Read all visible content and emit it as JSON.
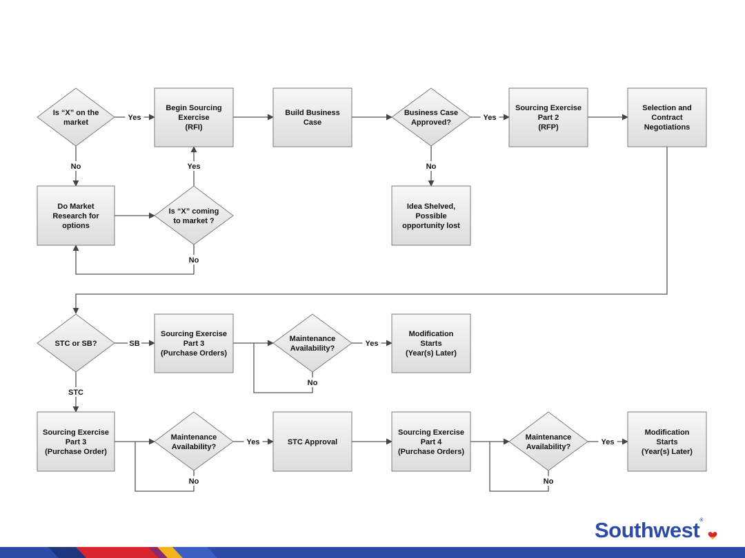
{
  "nodes": {
    "n1": [
      "Is “X” on the",
      "market"
    ],
    "n2": [
      "Begin Sourcing",
      "Exercise",
      "(RFI)"
    ],
    "n3": [
      "Build Business",
      "Case"
    ],
    "n4": [
      "Business Case",
      "Approved?"
    ],
    "n5": [
      "Sourcing Exercise",
      "Part 2",
      "(RFP)"
    ],
    "n6": [
      "Selection and",
      "Contract",
      "Negotiations"
    ],
    "n7": [
      "Do Market",
      "Research for",
      "options"
    ],
    "n8": [
      "Is “X” coming",
      "to market ?"
    ],
    "n9": [
      "Idea Shelved,",
      "Possible",
      "opportunity lost"
    ],
    "n10": [
      "STC or SB?"
    ],
    "n11": [
      "Sourcing Exercise",
      "Part 3",
      "(Purchase Orders)"
    ],
    "n12": [
      "Maintenance",
      "Availability?"
    ],
    "n13": [
      "Modification",
      "Starts",
      "(Year(s) Later)"
    ],
    "n14": [
      "Sourcing Exercise",
      "Part 3",
      "(Purchase Order)"
    ],
    "n15": [
      "Maintenance",
      "Availability?"
    ],
    "n16": [
      "STC Approval"
    ],
    "n17": [
      "Sourcing Exercise",
      "Part 4",
      "(Purchase Orders)"
    ],
    "n18": [
      "Maintenance",
      "Availability?"
    ],
    "n19": [
      "Modification",
      "Starts",
      "(Year(s) Later)"
    ]
  },
  "edge_labels": {
    "e1": "Yes",
    "e2": "No",
    "e3": "Yes",
    "e4": "No",
    "e5": "Yes",
    "e6": "No",
    "e7": "SB",
    "e8": "STC",
    "e9": "Yes",
    "e10": "No",
    "e11": "Yes",
    "e12": "No",
    "e13": "Yes",
    "e14": "No"
  },
  "logo": {
    "text": "Southwest",
    "trademark": "®"
  },
  "colors": {
    "box_fill_top": "#f7f7f7",
    "box_fill_bottom": "#dcdcdc",
    "box_stroke": "#7a7a7a",
    "connector": "#555555",
    "brand_blue": "#2c4aa8",
    "brand_red": "#d9262e",
    "brand_yellow": "#f5b21b"
  }
}
